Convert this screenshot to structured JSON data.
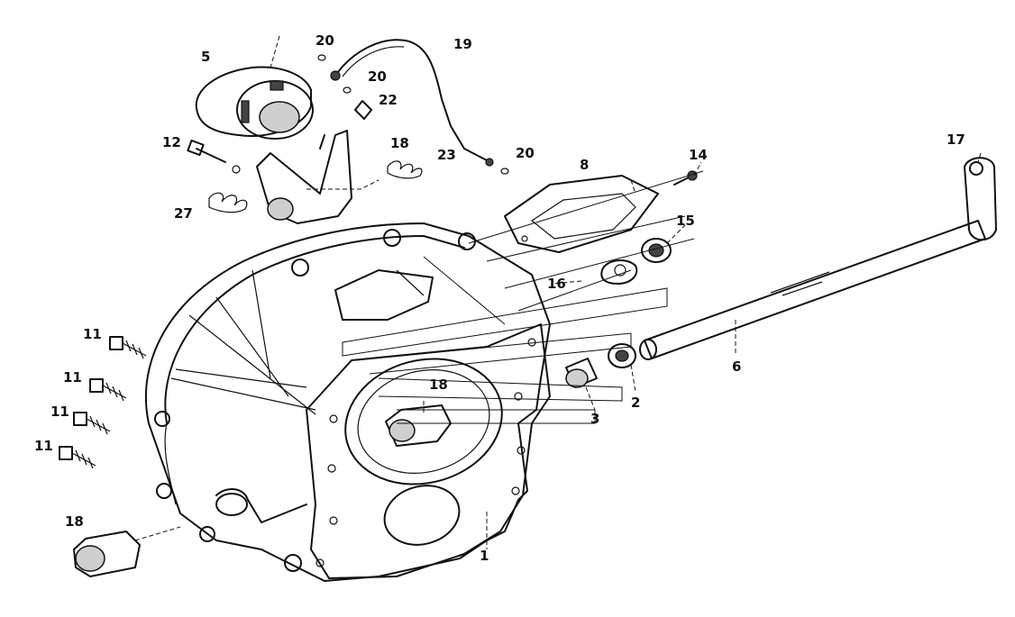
{
  "callouts": [
    {
      "id": "c1",
      "text": "1"
    },
    {
      "id": "c2",
      "text": "2"
    },
    {
      "id": "c3",
      "text": "3"
    },
    {
      "id": "c5",
      "text": "5"
    },
    {
      "id": "c6",
      "text": "6"
    },
    {
      "id": "c8",
      "text": "8"
    },
    {
      "id": "c11a",
      "text": "11"
    },
    {
      "id": "c11b",
      "text": "11"
    },
    {
      "id": "c11c",
      "text": "11"
    },
    {
      "id": "c11d",
      "text": "11"
    },
    {
      "id": "c12",
      "text": "12"
    },
    {
      "id": "c14",
      "text": "14"
    },
    {
      "id": "c15",
      "text": "15"
    },
    {
      "id": "c16",
      "text": "16"
    },
    {
      "id": "c17",
      "text": "17"
    },
    {
      "id": "c18a",
      "text": "18"
    },
    {
      "id": "c18b",
      "text": "18"
    },
    {
      "id": "c18c",
      "text": "18"
    },
    {
      "id": "c19",
      "text": "19"
    },
    {
      "id": "c20a",
      "text": "20"
    },
    {
      "id": "c20b",
      "text": "20"
    },
    {
      "id": "c20c",
      "text": "20"
    },
    {
      "id": "c22",
      "text": "22"
    },
    {
      "id": "c23",
      "text": "23"
    },
    {
      "id": "c27",
      "text": "27"
    }
  ]
}
